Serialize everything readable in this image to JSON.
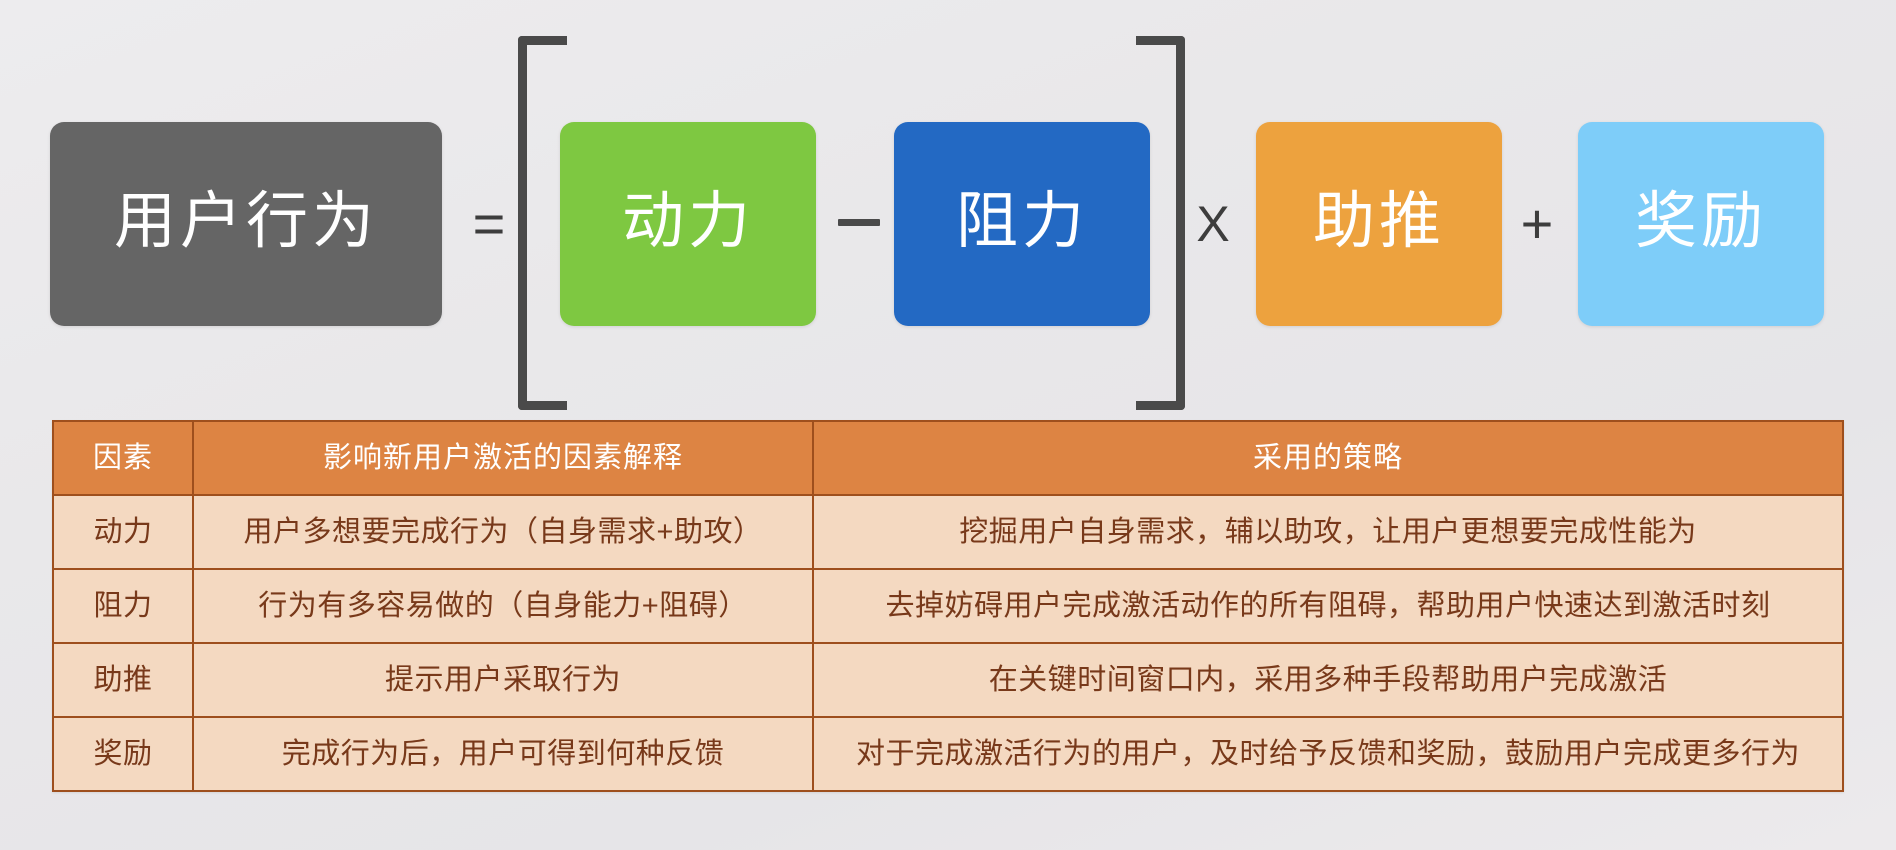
{
  "formula": {
    "result_box": {
      "label": "用户行为",
      "color": "#656565"
    },
    "operators": {
      "equals": "=",
      "minus": "−",
      "times": "X",
      "plus": "+"
    },
    "bracket_group": [
      {
        "label": "动力",
        "color": "#7ec841"
      },
      {
        "label": "阻力",
        "color": "#2369c3"
      }
    ],
    "multiplier_group": [
      {
        "label": "助推",
        "color": "#eda23e"
      },
      {
        "label": "奖励",
        "color": "#7ecdf9"
      }
    ]
  },
  "table": {
    "header_bg": "#dd8443",
    "row_bg": "#f4d9c1",
    "border_color": "#9e4f1d",
    "headers": [
      "因素",
      "影响新用户激活的因素解释",
      "采用的策略"
    ],
    "rows": [
      {
        "factor": "动力",
        "explanation": "用户多想要完成行为（自身需求+助攻）",
        "strategy": "挖掘用户自身需求，辅以助攻，让用户更想要完成性能为"
      },
      {
        "factor": "阻力",
        "explanation": "行为有多容易做的（自身能力+阻碍）",
        "strategy": "去掉妨碍用户完成激活动作的所有阻碍，帮助用户快速达到激活时刻"
      },
      {
        "factor": "助推",
        "explanation": "提示用户采取行为",
        "strategy": "在关键时间窗口内，采用多种手段帮助用户完成激活"
      },
      {
        "factor": "奖励",
        "explanation": "完成行为后，用户可得到何种反馈",
        "strategy": "对于完成激活行为的用户，及时给予反馈和奖励，鼓励用户完成更多行为"
      }
    ]
  }
}
